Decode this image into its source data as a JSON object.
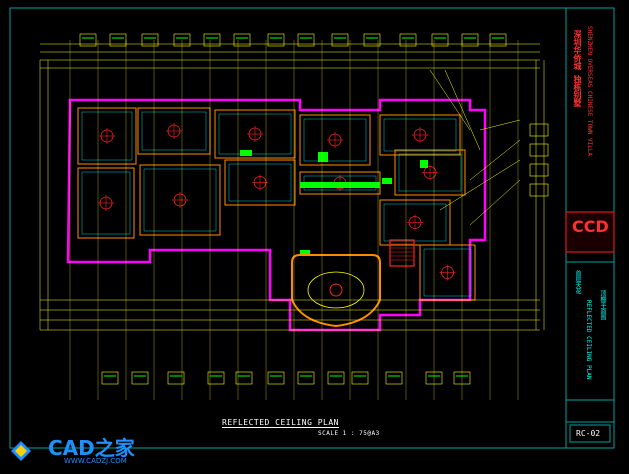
{
  "drawing": {
    "title": "REFLECTED CEILING PLAN",
    "scale": "SCALE 1 : 75@A3",
    "sheet_number": "RC-02"
  },
  "title_block": {
    "company_logo": "CCD",
    "project_name_cn": "深圳华侨城 独栋别墅",
    "project_name_en": "SHENZHEN OVERSEAS CHINESE TOWN VILLA",
    "drawing_name_cn": "顶棚平面图",
    "drawing_name_en": "REFLECTED CEILING PLAN",
    "floor_label": "首层天花"
  },
  "watermark": {
    "brand": "CAD之家",
    "url": "WWW.CADZJ.COM"
  },
  "colors": {
    "background": "#000000",
    "wall": "#ff00ff",
    "dimension": "#ffff00",
    "detail": "#ff8c00",
    "accent_red": "#ff2020",
    "accent_green": "#00ff00",
    "accent_cyan": "#00ffff",
    "frame": "#00a0a0",
    "watermark": "#1e90ff"
  }
}
